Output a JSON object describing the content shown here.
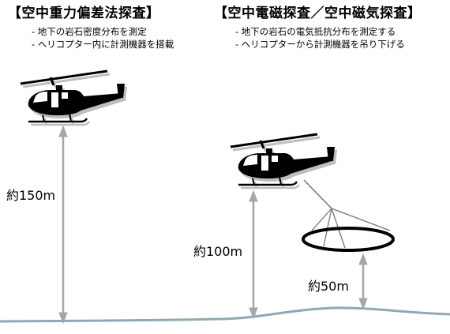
{
  "gravity": {
    "title": "【空中重力偏差法探査】",
    "bullets": [
      "- 地下の岩石密度分布を測定",
      "- ヘリコプター内に計測機器を搭載"
    ],
    "altitude_label": "約150m"
  },
  "em": {
    "title": "【空中電磁探査／空中磁気探査】",
    "bullets": [
      "- 地下の岩石の電気抵抗分布を測定する",
      "- ヘリコプターから計測機器を吊り下げる"
    ],
    "heli_altitude_label": "約100m",
    "sensor_altitude_label": "約50m"
  },
  "colors": {
    "arrow": "#a6a6a6",
    "ground": "#8fa9b4",
    "helicopter": "#000000",
    "sensor_loop": "#000000"
  }
}
